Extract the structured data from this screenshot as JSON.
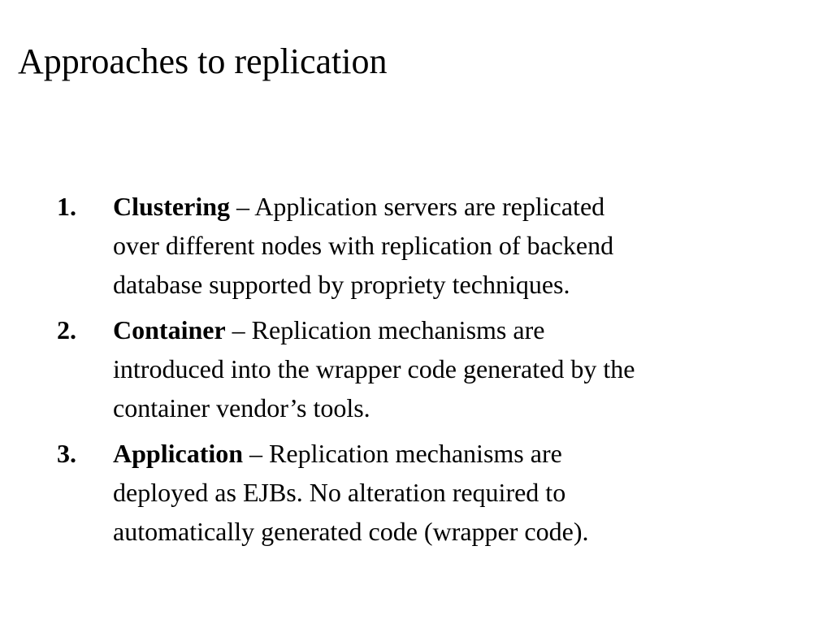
{
  "slide": {
    "title": "Approaches to replication",
    "items": [
      {
        "number": "1.",
        "term": "Clustering",
        "first_line": " – Application servers are replicated",
        "lines": [
          "over different nodes with replication of backend",
          "database supported by propriety techniques."
        ]
      },
      {
        "number": "2.",
        "term": "Container",
        "first_line": " – Replication mechanisms are",
        "lines": [
          "introduced into the wrapper code generated by the",
          "container vendor’s tools."
        ]
      },
      {
        "number": "3.",
        "term": "Application",
        "first_line": " – Replication mechanisms are",
        "lines": [
          "deployed as EJBs. No alteration required to",
          "automatically generated code (wrapper code)."
        ]
      }
    ]
  }
}
